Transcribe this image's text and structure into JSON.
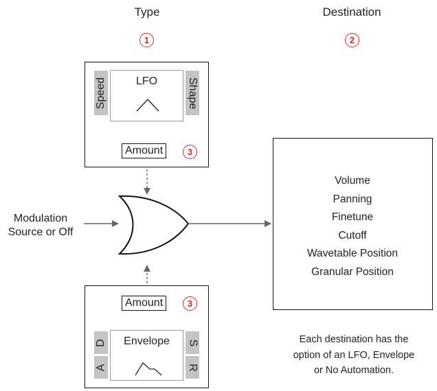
{
  "headers": {
    "type": "Type",
    "destination": "Destination"
  },
  "badges": {
    "type": "1",
    "destination": "2",
    "amount": "3"
  },
  "lfo": {
    "title": "LFO",
    "left": "Speed",
    "right": "Shape",
    "amount": "Amount"
  },
  "envelope": {
    "title": "Envelope",
    "amount": "Amount",
    "left_top": "D",
    "left_bottom": "A",
    "right_top": "S",
    "right_bottom": "R"
  },
  "source": {
    "line1": "Modulation",
    "line2": "Source or Off"
  },
  "destinations": [
    "Volume",
    "Panning",
    "Finetune",
    "Cutoff",
    "Wavetable Position",
    "Granular Position"
  ],
  "note": [
    "Each destination has the",
    "option of an LFO, Envelope",
    "or No Automation."
  ],
  "colors": {
    "accent": "#d42a2a",
    "line": "#111111",
    "arrow": "#666666",
    "tab": "#c4c4c4"
  }
}
